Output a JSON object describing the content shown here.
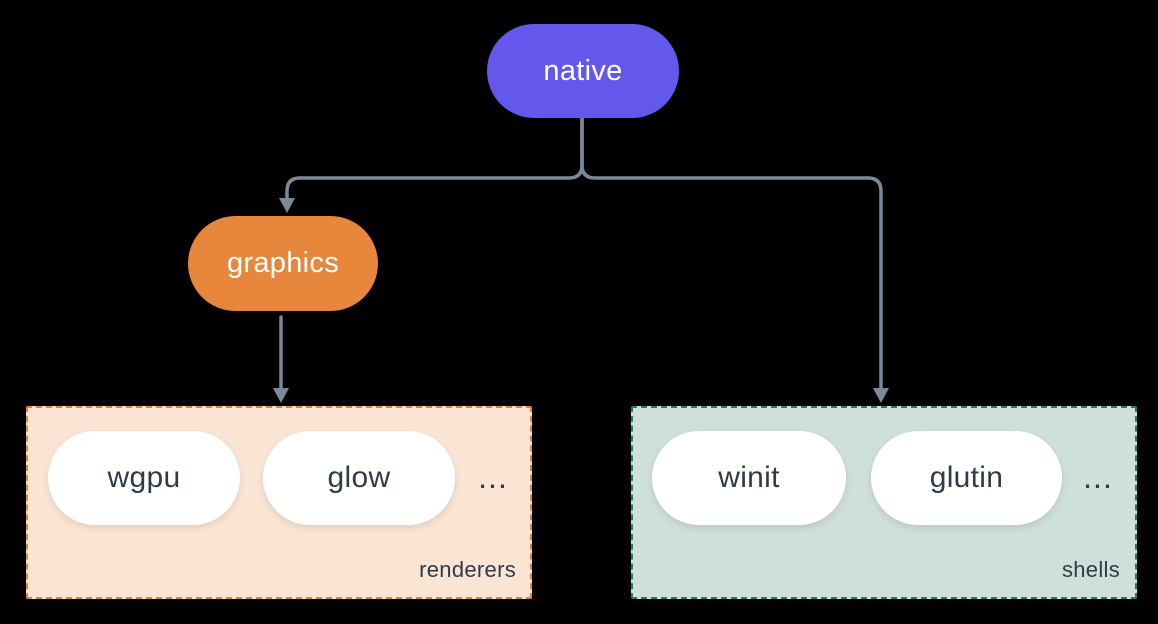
{
  "colors": {
    "background": "#000000",
    "native_fill": "#6458EC",
    "graphics_fill": "#E6873C",
    "renderers_fill": "#FAE5D5",
    "renderers_border": "#E2833B",
    "shells_fill": "#CFDFD9",
    "shells_border": "#1F7D69",
    "item_pill_fill": "#FFFFFF",
    "dark_text": "#2F3B49",
    "light_text": "#FFFFFF",
    "connector": "#7B8899"
  },
  "nodes": {
    "native": {
      "label": "native"
    },
    "graphics": {
      "label": "graphics"
    }
  },
  "groups": [
    {
      "label": "renderers",
      "items": [
        "wgpu",
        "glow"
      ],
      "ellipsis": "..."
    },
    {
      "label": "shells",
      "items": [
        "winit",
        "glutin"
      ],
      "ellipsis": "..."
    }
  ],
  "edges": [
    {
      "from": "native",
      "to": "graphics"
    },
    {
      "from": "native",
      "to": "shells"
    },
    {
      "from": "graphics",
      "to": "renderers"
    }
  ]
}
